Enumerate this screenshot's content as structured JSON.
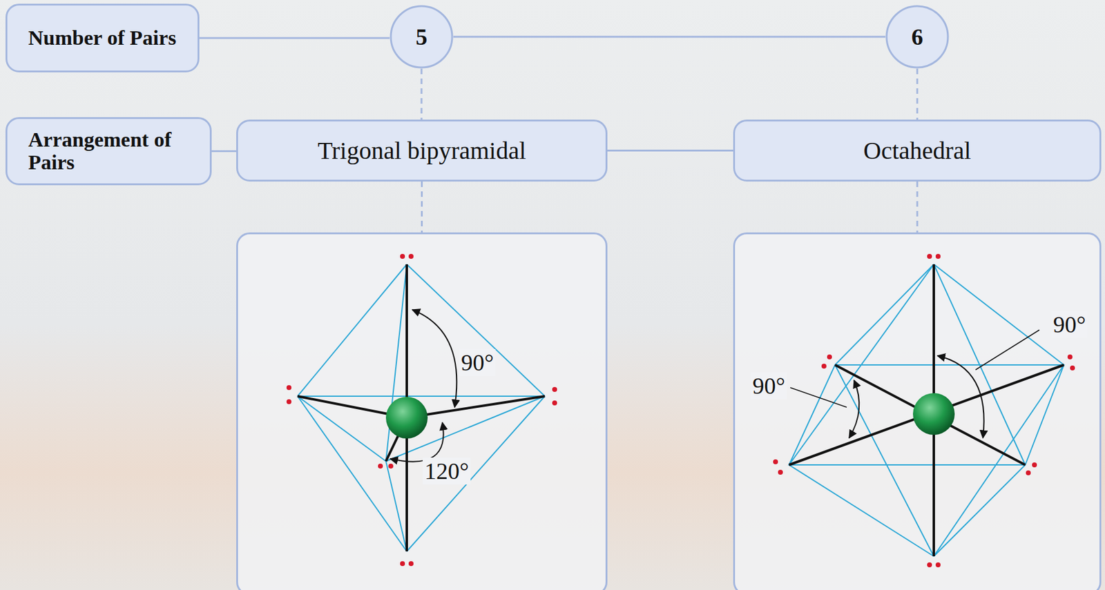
{
  "diagram": {
    "nodes": [
      {
        "text": [
          "Number of Pairs"
        ]
      },
      {
        "text": [
          "5"
        ]
      },
      {
        "text": [
          "6"
        ]
      },
      {
        "text": [
          "Arrangement of Pairs"
        ]
      },
      {
        "text": [
          "Trigonal bipyramidal"
        ]
      },
      {
        "text": [
          "Octahedral"
        ]
      },
      {
        "text": [
          "90°",
          "120°"
        ]
      },
      {
        "text": [
          "90°",
          "90°"
        ]
      }
    ],
    "edges": [
      {
        "from": 0,
        "to": 1,
        "arrow": "none"
      },
      {
        "from": 1,
        "to": 2,
        "arrow": "none"
      },
      {
        "from": 1,
        "to": 4,
        "arrow": "none"
      },
      {
        "from": 2,
        "to": 5,
        "arrow": "none"
      },
      {
        "from": 3,
        "to": 4,
        "arrow": "none"
      },
      {
        "from": 4,
        "to": 5,
        "arrow": "none"
      },
      {
        "from": 4,
        "to": 6,
        "arrow": "none"
      },
      {
        "from": 5,
        "to": 7,
        "arrow": "none"
      }
    ]
  }
}
